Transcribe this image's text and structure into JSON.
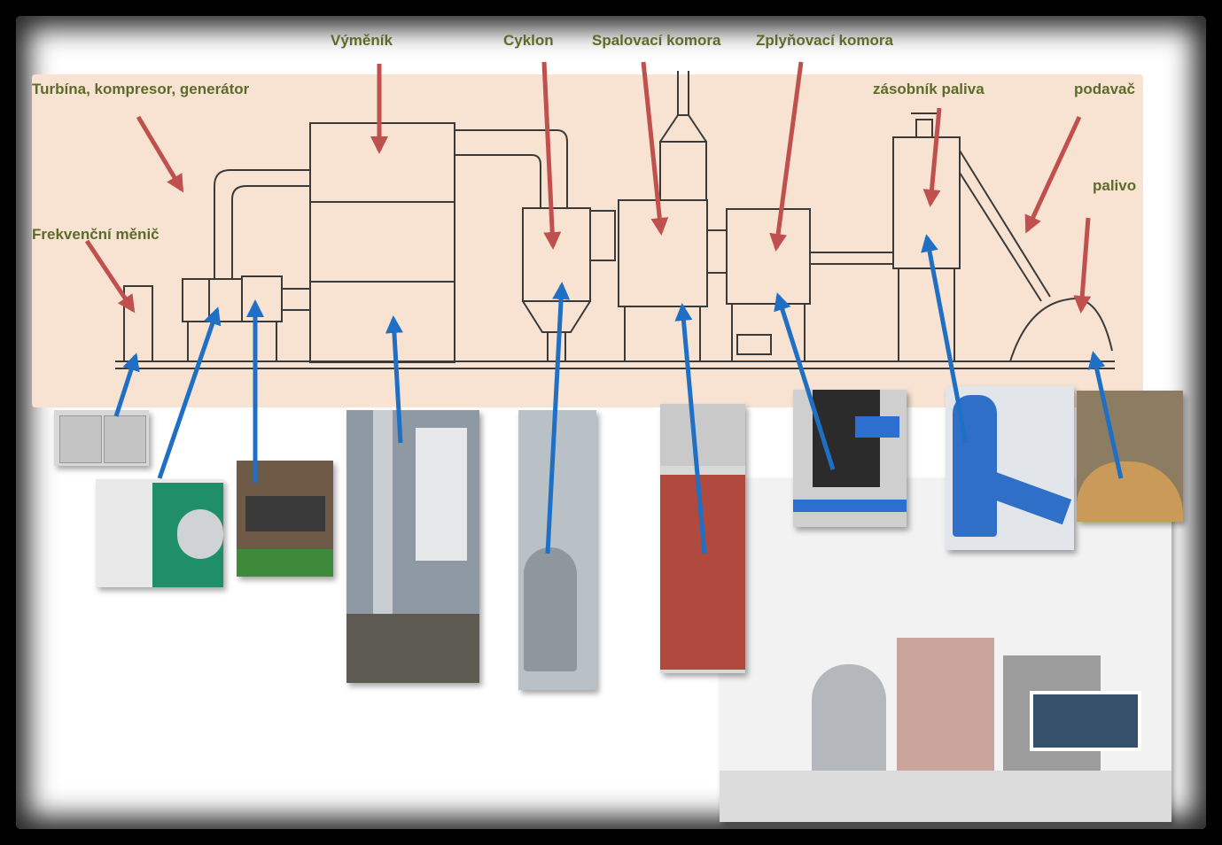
{
  "labels": {
    "vymenik": "Výměník",
    "cyklon": "Cyklon",
    "spalovaci_komora": "Spalovací komora",
    "zplynovaci_komora": "Zplyňovací komora",
    "turbina": "Turbína, kompresor, generátor",
    "zasobnik": "zásobník paliva",
    "podavac": "podavač",
    "palivo": "palivo",
    "frekvencni_menic": "Frekvenční měnič"
  },
  "colors": {
    "background_tint": "#f8e3d3",
    "label_text": "#5d6b2a",
    "red_arrow": "#c0504d",
    "blue_arrow": "#1f6fc4",
    "line_drawing": "#3a3a3a"
  },
  "photos": [
    {
      "name": "frequency-converter-photo",
      "palette": [
        "#d9d9d9",
        "#bdbdbd"
      ]
    },
    {
      "name": "generator-photo",
      "palette": [
        "#e6e6e6",
        "#1f8f6a"
      ]
    },
    {
      "name": "turbine-photo",
      "palette": [
        "#7a5a40",
        "#3d7a3a"
      ]
    },
    {
      "name": "exchanger-photo",
      "palette": [
        "#9aa4ad",
        "#5b6670"
      ]
    },
    {
      "name": "cyclone-photo",
      "palette": [
        "#b8bcc0",
        "#6c7278"
      ]
    },
    {
      "name": "combustion-chamber-photo",
      "palette": [
        "#b04a3f",
        "#d0d0d0"
      ]
    },
    {
      "name": "gasifier-photo",
      "palette": [
        "#2b2b2b",
        "#2d6fd0"
      ]
    },
    {
      "name": "fuel-hopper-photo",
      "palette": [
        "#2f6fc8",
        "#d8dde2"
      ]
    },
    {
      "name": "fuel-photo",
      "palette": [
        "#c99a58",
        "#8a7a5e"
      ]
    },
    {
      "name": "plant-overview-photo",
      "palette": [
        "#e8e8e8",
        "#b9a49a"
      ]
    }
  ]
}
